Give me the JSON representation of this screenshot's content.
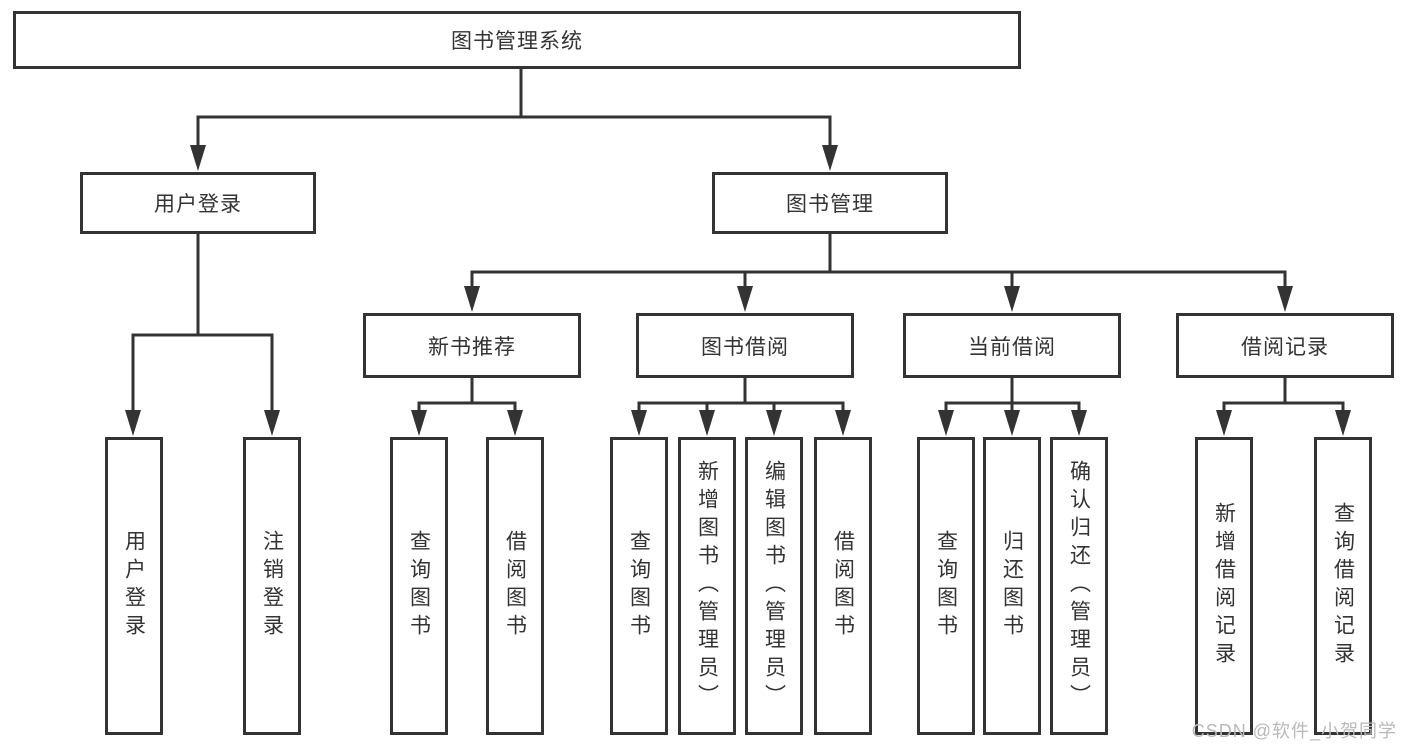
{
  "tree": {
    "label": "图书管理系统",
    "children": [
      {
        "label": "用户登录",
        "children": [
          {
            "label": "用户登录"
          },
          {
            "label": "注销登录"
          }
        ]
      },
      {
        "label": "图书管理",
        "children": [
          {
            "label": "新书推荐",
            "children": [
              {
                "label": "查询图书"
              },
              {
                "label": "借阅图书"
              }
            ]
          },
          {
            "label": "图书借阅",
            "children": [
              {
                "label": "查询图书"
              },
              {
                "label": "新增图书（管理员）"
              },
              {
                "label": "编辑图书（管理员）"
              },
              {
                "label": "借阅图书"
              }
            ]
          },
          {
            "label": "当前借阅",
            "children": [
              {
                "label": "查询图书"
              },
              {
                "label": "归还图书"
              },
              {
                "label": "确认归还（管理员）"
              }
            ]
          },
          {
            "label": "借阅记录",
            "children": [
              {
                "label": "新增借阅记录"
              },
              {
                "label": "查询借阅记录"
              }
            ]
          }
        ]
      }
    ]
  },
  "watermark": "CSDN @软件_小贺同学",
  "colors": {
    "line": "#333333",
    "box_border": "#333333",
    "box_fill": "#ffffff",
    "background": "#ffffff",
    "watermark_text": "#b9b9b9"
  }
}
